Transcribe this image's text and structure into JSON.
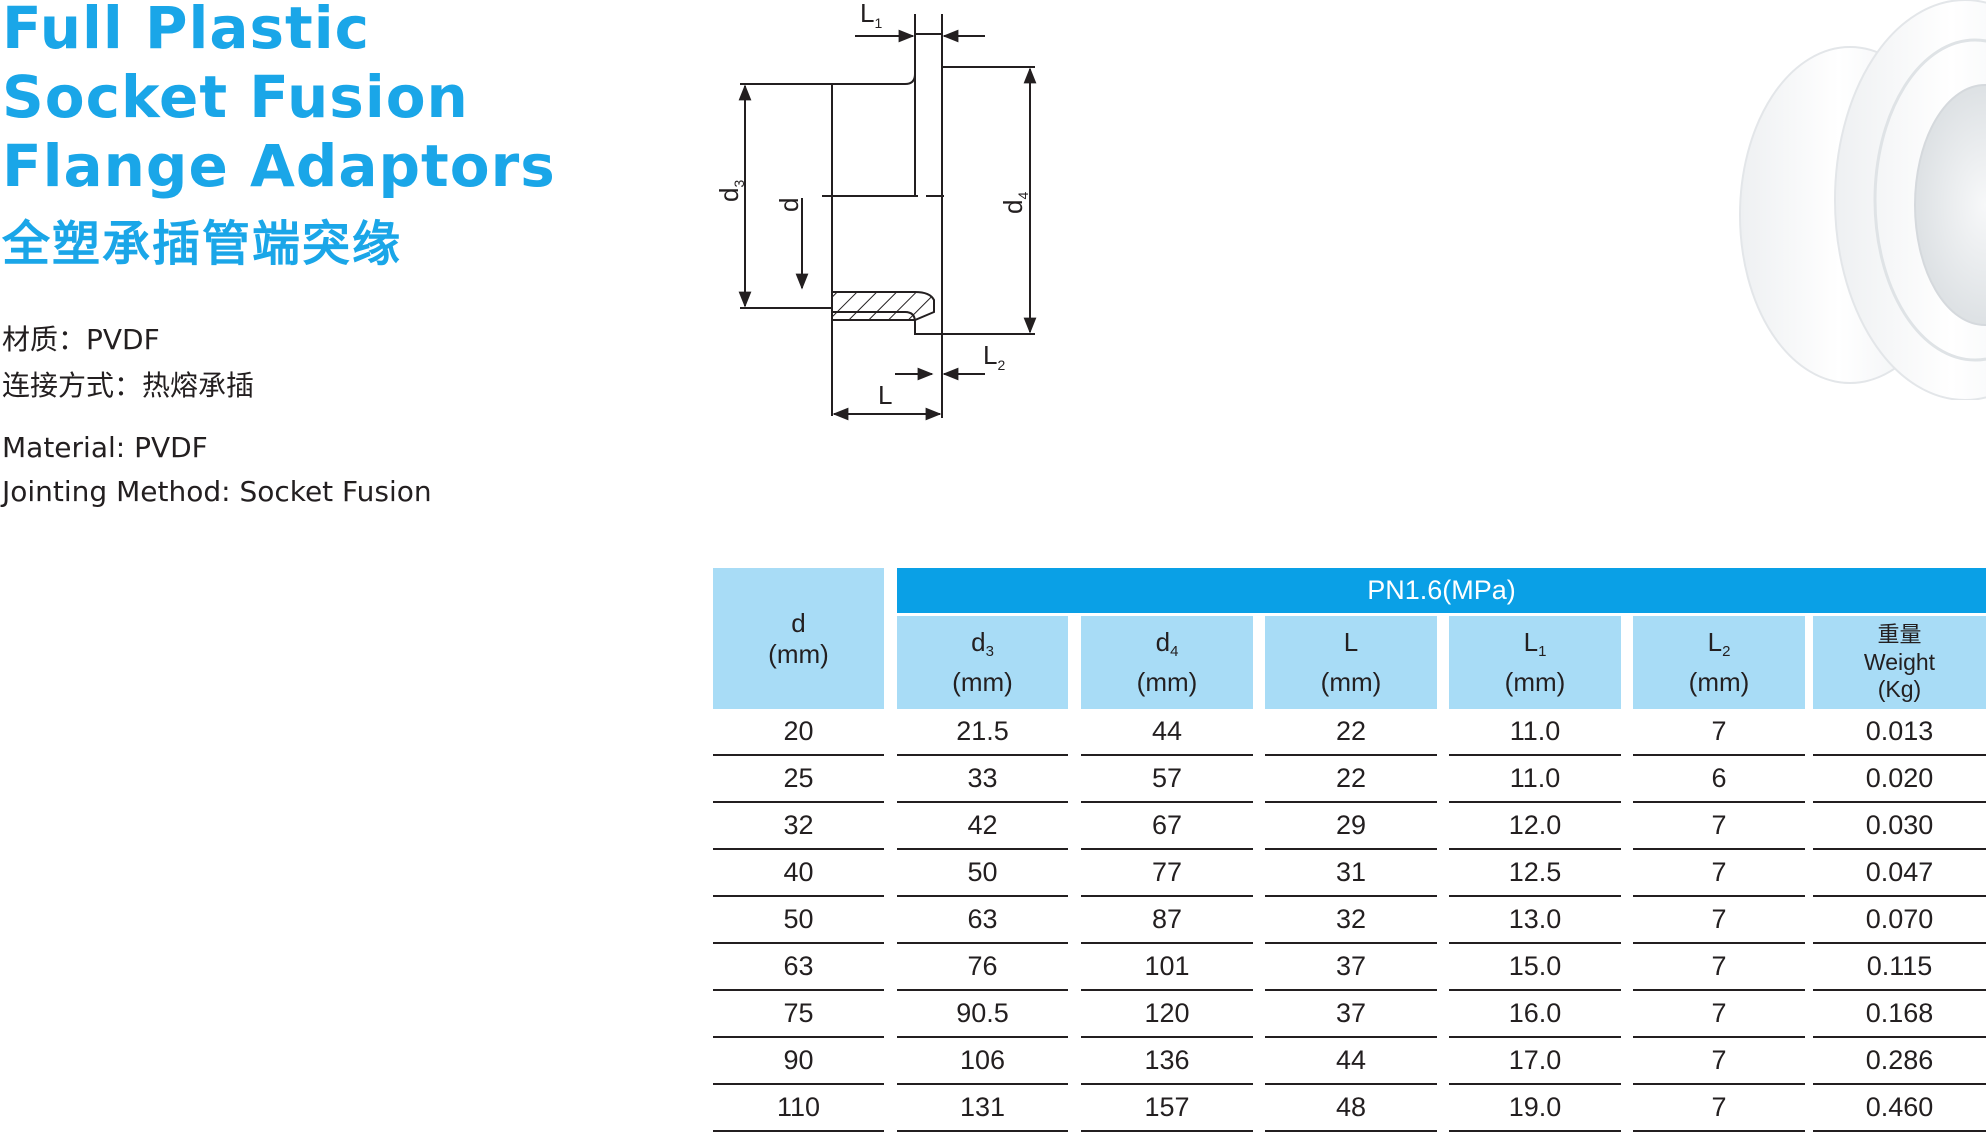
{
  "title": {
    "en_lines": [
      "Full Plastic",
      "Socket Fusion",
      "Flange Adaptors"
    ],
    "cn": "全塑承插管端突缘"
  },
  "specs": {
    "cn_material": "材质：PVDF",
    "cn_jointing": "连接方式：热熔承插",
    "en_material": "Material: PVDF",
    "en_jointing": "Jointing Method: Socket Fusion"
  },
  "diagram": {
    "labels": {
      "L1_main": "L",
      "L1_sub": "1",
      "d3_main": "d",
      "d3_sub": "3",
      "d_main": "d",
      "d4_main": "d",
      "d4_sub": "4",
      "L2_main": "L",
      "L2_sub": "2",
      "L_main": "L"
    }
  },
  "colors": {
    "accent": "#1aa6e8",
    "header_bar": "#0aa0e6",
    "header_cell": "#a8dcf6",
    "text": "#231f20"
  },
  "table": {
    "pressure_header": "PN1.6(MPa)",
    "col_d": {
      "main": "d",
      "unit": "(mm)"
    },
    "columns": [
      {
        "main": "d",
        "sub": "3",
        "unit": "(mm)"
      },
      {
        "main": "d",
        "sub": "4",
        "unit": "(mm)"
      },
      {
        "main": "L",
        "sub": "",
        "unit": "(mm)"
      },
      {
        "main": "L",
        "sub": "1",
        "unit": "(mm)"
      },
      {
        "main": "L",
        "sub": "2",
        "unit": "(mm)"
      }
    ],
    "weight": {
      "cn": "重量",
      "en": "Weight",
      "unit": "(Kg)"
    },
    "rows": [
      [
        "20",
        "21.5",
        "44",
        "22",
        "11.0",
        "7",
        "0.013"
      ],
      [
        "25",
        "33",
        "57",
        "22",
        "11.0",
        "6",
        "0.020"
      ],
      [
        "32",
        "42",
        "67",
        "29",
        "12.0",
        "7",
        "0.030"
      ],
      [
        "40",
        "50",
        "77",
        "31",
        "12.5",
        "7",
        "0.047"
      ],
      [
        "50",
        "63",
        "87",
        "32",
        "13.0",
        "7",
        "0.070"
      ],
      [
        "63",
        "76",
        "101",
        "37",
        "15.0",
        "7",
        "0.115"
      ],
      [
        "75",
        "90.5",
        "120",
        "37",
        "16.0",
        "7",
        "0.168"
      ],
      [
        "90",
        "106",
        "136",
        "44",
        "17.0",
        "7",
        "0.286"
      ],
      [
        "110",
        "131",
        "157",
        "48",
        "19.0",
        "7",
        "0.460"
      ]
    ]
  }
}
